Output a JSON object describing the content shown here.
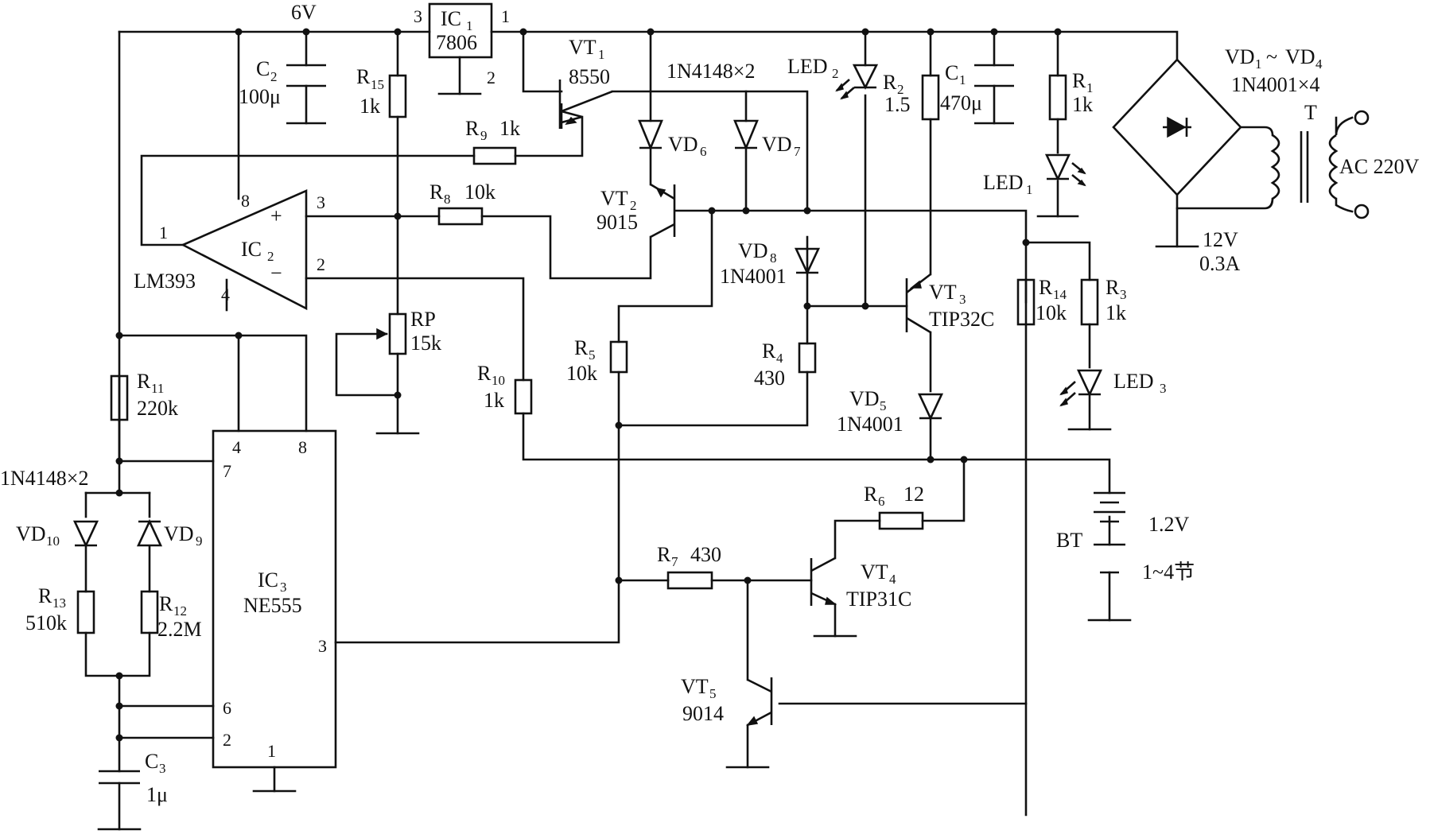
{
  "supply": {
    "v6": "6V",
    "v12": "12V",
    "current": "0.3A",
    "ac": "AC 220V"
  },
  "ic1": {
    "ref": "IC",
    "sub": "1",
    "part": "7806",
    "pin_in": "3",
    "pin_out": "1",
    "pin_gnd": "2"
  },
  "ic2": {
    "ref": "IC",
    "sub": "2",
    "part": "LM393",
    "pin_out": "1",
    "pin_plus": "3",
    "pin_minus": "2",
    "pin_v": "8",
    "pin_gnd": "4",
    "plus_sign": "+",
    "minus_sign": "−"
  },
  "ic3": {
    "ref": "IC",
    "sub": "3",
    "part": "NE555",
    "pin4": "4",
    "pin8": "8",
    "pin7": "7",
    "pin6": "6",
    "pin2": "2",
    "pin1": "1",
    "pin3": "3"
  },
  "vt1": {
    "ref": "VT",
    "sub": "1",
    "part": "8550"
  },
  "vt2": {
    "ref": "VT",
    "sub": "2",
    "part": "9015"
  },
  "vt3": {
    "ref": "VT",
    "sub": "3",
    "part": "TIP32C"
  },
  "vt4": {
    "ref": "VT",
    "sub": "4",
    "part": "TIP31C"
  },
  "vt5": {
    "ref": "VT",
    "sub": "5",
    "part": "9014"
  },
  "resistors": {
    "r1": {
      "ref": "R",
      "sub": "1",
      "val": "1k"
    },
    "r2": {
      "ref": "R",
      "sub": "2",
      "val": "1.5"
    },
    "r3": {
      "ref": "R",
      "sub": "3",
      "val": "1k"
    },
    "r4": {
      "ref": "R",
      "sub": "4",
      "val": "430"
    },
    "r5": {
      "ref": "R",
      "sub": "5",
      "val": "10k"
    },
    "r6": {
      "ref": "R",
      "sub": "6",
      "val": "12"
    },
    "r7": {
      "ref": "R",
      "sub": "7",
      "val": "430"
    },
    "r8": {
      "ref": "R",
      "sub": "8",
      "val": "10k"
    },
    "r9": {
      "ref": "R",
      "sub": "9",
      "val": "1k"
    },
    "r10": {
      "ref": "R",
      "sub": "10",
      "val": "1k"
    },
    "r11": {
      "ref": "R",
      "sub": "11",
      "val": "220k"
    },
    "r12": {
      "ref": "R",
      "sub": "12",
      "val": "2.2M"
    },
    "r13": {
      "ref": "R",
      "sub": "13",
      "val": "510k"
    },
    "r14": {
      "ref": "R",
      "sub": "14",
      "val": "10k"
    },
    "r15": {
      "ref": "R",
      "sub": "15",
      "val": "1k"
    },
    "rp": {
      "ref": "RP",
      "val": "15k"
    }
  },
  "capacitors": {
    "c1": {
      "ref": "C",
      "sub": "1",
      "val": "470μ"
    },
    "c2": {
      "ref": "C",
      "sub": "2",
      "val": "100μ"
    },
    "c3": {
      "ref": "C",
      "sub": "3",
      "val": "1μ"
    }
  },
  "diodes": {
    "vd1_4": {
      "ref1": "VD",
      "sub1": "1",
      "tilde": "~",
      "ref2": "VD",
      "sub2": "4",
      "part": "1N4001×4"
    },
    "vd5": {
      "ref": "VD",
      "sub": "5",
      "part": "1N4001"
    },
    "vd6": {
      "ref": "VD",
      "sub": "6"
    },
    "vd7": {
      "ref": "VD",
      "sub": "7"
    },
    "vd6_7_part": "1N4148×2",
    "vd8": {
      "ref": "VD",
      "sub": "8",
      "part": "1N4001"
    },
    "vd9": {
      "ref": "VD",
      "sub": "9"
    },
    "vd10": {
      "ref": "VD",
      "sub": "10"
    },
    "vd9_10_part": "1N4148×2"
  },
  "leds": {
    "led1": {
      "ref": "LED",
      "sub": "1"
    },
    "led2": {
      "ref": "LED",
      "sub": "2"
    },
    "led3": {
      "ref": "LED",
      "sub": "3"
    }
  },
  "transformer": {
    "ref": "T"
  },
  "battery": {
    "ref": "BT",
    "volt": "1.2V",
    "cells": "1~4节"
  }
}
